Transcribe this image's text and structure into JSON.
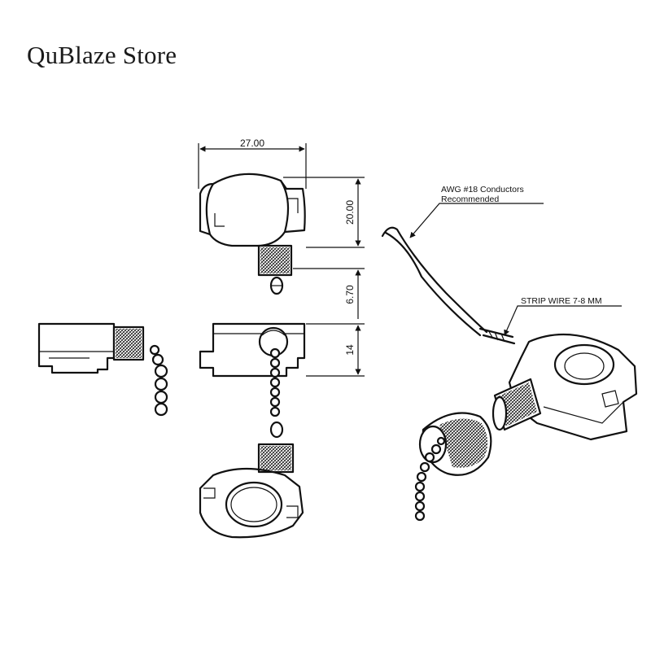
{
  "header": {
    "store_name": "QuBlaze Store"
  },
  "dimensions": {
    "width": "27.00",
    "height": "20.00",
    "stem": "6.70",
    "thickness": "14"
  },
  "annotations": {
    "wire_line1": "AWG #18 Conductors",
    "wire_line2": "Recommended",
    "strip": "STRIP WIRE 7-8 MM"
  },
  "colors": {
    "ink": "#111111",
    "background": "#ffffff"
  }
}
